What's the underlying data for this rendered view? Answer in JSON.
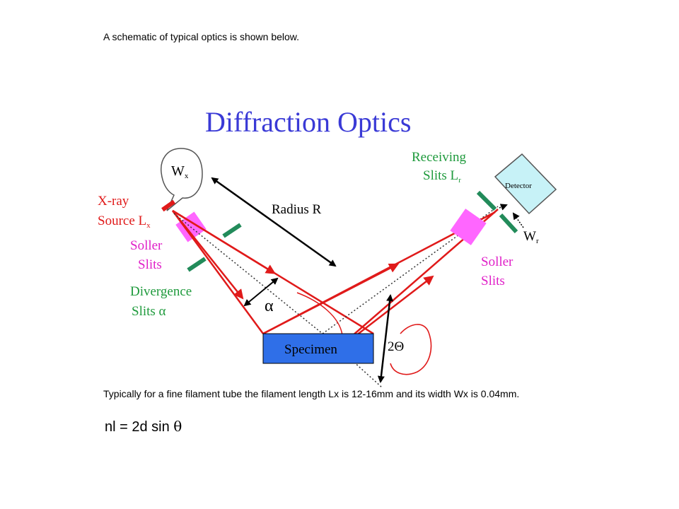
{
  "intro_text": "A schematic of typical optics is shown below.",
  "diagram": {
    "title": "Diffraction Optics",
    "labels": {
      "wx": "W",
      "wx_sub": "x",
      "xray_source_line1": "X-ray",
      "xray_source_line2": "Source L",
      "xray_source_sub": "x",
      "radius": "Radius R",
      "soller_left_line1": "Soller",
      "soller_left_line2": "Slits",
      "divergence_line1": "Divergence",
      "divergence_line2": "Slits α",
      "alpha": "α",
      "specimen": "Specimen",
      "two_theta": "2Θ",
      "receiving_line1": "Receiving",
      "receiving_line2": "Slits L",
      "receiving_sub": "r",
      "detector": "Detector",
      "wr": "W",
      "wr_sub": "r",
      "soller_right_line1": "Soller",
      "soller_right_line2": "Slits"
    },
    "colors": {
      "title": "#3a3ad6",
      "source_label": "#e01a1a",
      "soller_label": "#e020c8",
      "divergence_label": "#1e9a3c",
      "beam": "#e01a1a",
      "soller_box": "#ff66ff",
      "slit": "#228b5a",
      "specimen": "#2f6fe8",
      "detector": "#c7f2f7"
    }
  },
  "note_text": "Typically for a fine filament tube the filament length Lx is 12-16mm and its width Wx is 0.04mm.",
  "equation": {
    "lhs": "nl",
    "rhs": " = 2d sin ",
    "theta": "θ"
  }
}
